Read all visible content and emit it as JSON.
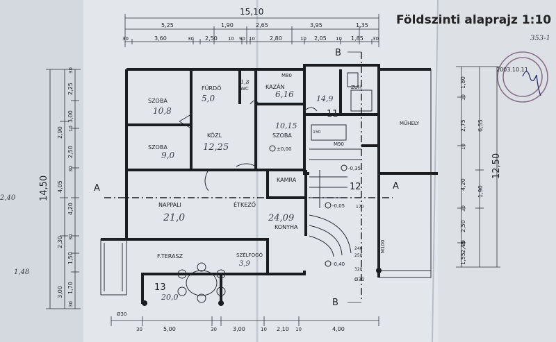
{
  "title": "Földszinti alaprajz  1:10",
  "sheet_note": "353-1",
  "stamp": {
    "date": "2003.10.11"
  },
  "section_marks": {
    "a": "A",
    "b": "B"
  },
  "dims_top": {
    "overall": "15,10",
    "row1": [
      "5,25",
      "1,90",
      "2,65",
      "3,95",
      "1,35"
    ],
    "row2": [
      "30",
      "3,60",
      "30",
      "2,50",
      "10",
      "90",
      "10",
      "2,80",
      "10",
      "2,05",
      "10",
      "1,85",
      "30"
    ]
  },
  "dims_left": {
    "overall": "14,50",
    "segments": [
      "2,25",
      "3,00",
      "2,90",
      "2,50",
      "4,05",
      "4,20",
      "2,30",
      "1,50",
      "1,70",
      "3,00"
    ],
    "small": [
      "30",
      "10",
      "30",
      "30",
      "30"
    ]
  },
  "dims_right": {
    "overall": "12,50",
    "col1": [
      "1,80",
      "2,75",
      "4,20",
      "2,50",
      "2,45",
      "1,55"
    ],
    "col2": [
      "6,55",
      "1,90"
    ],
    "small": [
      "10",
      "10",
      "30",
      "30"
    ]
  },
  "dims_bottom": [
    "30",
    "5,00",
    "30",
    "3,00",
    "10",
    "2,10",
    "10",
    "4,00"
  ],
  "rooms": [
    {
      "name": "SZOBA",
      "area": "10,8"
    },
    {
      "name": "SZOBA",
      "area": "9,0"
    },
    {
      "name": "FÜRDŐ",
      "area": "5,0"
    },
    {
      "name": "WC",
      "area": "1,8"
    },
    {
      "name": "KAZÁN",
      "area": "6,16"
    },
    {
      "name": "ZUH",
      "area": "14,9"
    },
    {
      "name": "KÖZL",
      "area": "12,25"
    },
    {
      "name": "SZOBA",
      "area": "10,15"
    },
    {
      "name": "MŰHELY",
      "area": ""
    },
    {
      "name": "KAMRA",
      "area": ""
    },
    {
      "name": "NAPPALI",
      "area": "21,0"
    },
    {
      "name": "ÉTKEZŐ",
      "area": ""
    },
    {
      "name": "KONYHA",
      "area": "24,09"
    },
    {
      "name": "F.TERASZ",
      "area": ""
    },
    {
      "name": "SZÉLFOGÓ",
      "area": "3,9"
    }
  ],
  "room_numbers": [
    "11",
    "12",
    "13"
  ],
  "handwritten": {
    "terrace_area": "20,0",
    "left_margin": "2,40",
    "left_margin2": "1,48"
  },
  "levels": [
    "±0,00",
    "-0,35",
    "-0,05",
    "-0,40"
  ],
  "labels": {
    "m80": "M80",
    "m90": "M90",
    "m100": "M100",
    "d30a": "Ø30",
    "d30b": "Ø30",
    "h150": "150",
    "h170": "170",
    "h240": "240",
    "h320": "320",
    "h250": "250"
  }
}
